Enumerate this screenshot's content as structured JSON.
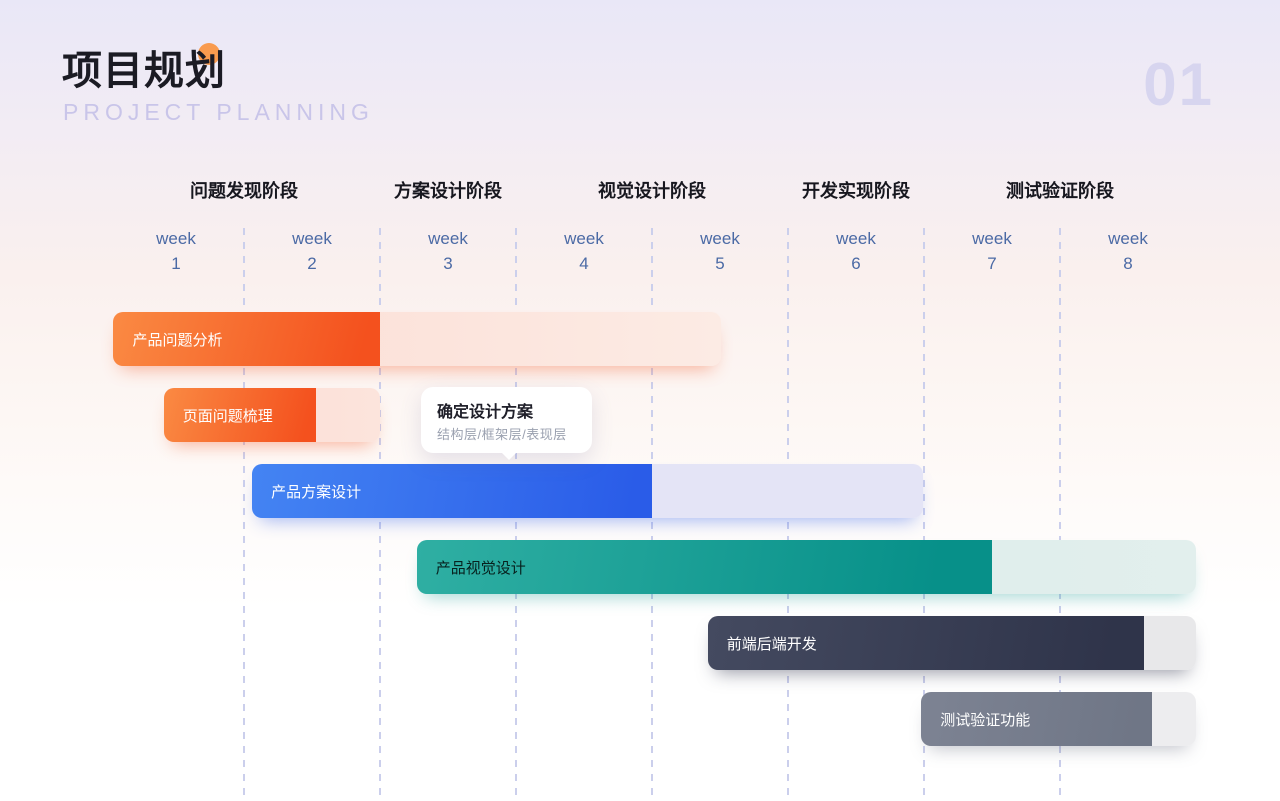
{
  "header": {
    "title": "项目规划",
    "subtitle": "PROJECT PLANNING",
    "page_number": "01",
    "accent_dot_color": "#f99b4e"
  },
  "timeline": {
    "phases": [
      "问题发现阶段",
      "方案设计阶段",
      "视觉设计阶段",
      "开发实现阶段",
      "测试验证阶段"
    ],
    "weeks": [
      {
        "label": "week",
        "number": "1"
      },
      {
        "label": "week",
        "number": "2"
      },
      {
        "label": "week",
        "number": "3"
      },
      {
        "label": "week",
        "number": "4"
      },
      {
        "label": "week",
        "number": "5"
      },
      {
        "label": "week",
        "number": "6"
      },
      {
        "label": "week",
        "number": "7"
      },
      {
        "label": "week",
        "number": "8"
      }
    ]
  },
  "tooltip": {
    "title": "确定设计方案",
    "subtitle": "结构层/框架层/表现层"
  },
  "chart_data": {
    "type": "gantt",
    "title": "项目规划 PROJECT PLANNING",
    "x_unit": "week",
    "x_range": [
      0,
      8
    ],
    "grid": "dashed-vertical-week-separators",
    "phases": [
      "问题发现阶段",
      "方案设计阶段",
      "视觉设计阶段",
      "开发实现阶段",
      "测试验证阶段"
    ],
    "tasks": [
      {
        "name": "产品问题分析",
        "phase": "问题发现阶段",
        "start_week": 0.04,
        "end_week": 2.0,
        "planned_end_week": 4.51,
        "theme": "orange",
        "shadow": "sh-orange",
        "color": "#f4511e",
        "label_color": "#ffffff"
      },
      {
        "name": "页面问题梳理",
        "phase": "问题发现阶段",
        "start_week": 0.41,
        "end_week": 1.53,
        "planned_end_week": 2.0,
        "theme": "orange2",
        "shadow": "sh-orange",
        "color": "#f4511e",
        "label_color": "#ffffff"
      },
      {
        "name": "产品方案设计",
        "phase": "方案设计阶段",
        "start_week": 1.06,
        "end_week": 4.0,
        "planned_end_week": 5.99,
        "theme": "blue",
        "shadow": "sh-blue",
        "color": "#2a5ce8",
        "label_color": "#ffffff"
      },
      {
        "name": "产品视觉设计",
        "phase": "视觉设计阶段",
        "start_week": 2.27,
        "end_week": 6.5,
        "planned_end_week": 8.0,
        "theme": "teal",
        "shadow": "sh-teal",
        "color": "#079089",
        "label_color": "#07211e"
      },
      {
        "name": "前端后端开发",
        "phase": "开发实现阶段",
        "start_week": 4.41,
        "end_week": 7.62,
        "planned_end_week": 8.0,
        "theme": "dark",
        "shadow": "sh-dark",
        "color": "#2f344a",
        "label_color": "#ffffff"
      },
      {
        "name": "测试验证功能",
        "phase": "测试验证阶段",
        "start_week": 5.98,
        "end_week": 7.68,
        "planned_end_week": 8.0,
        "theme": "gray",
        "shadow": "sh-gray",
        "color": "#717787",
        "label_color": "#ffffff"
      }
    ],
    "annotation": {
      "attached_task": "产品方案设计",
      "title": "确定设计方案",
      "subtitle": "结构层/框架层/表现层"
    }
  }
}
